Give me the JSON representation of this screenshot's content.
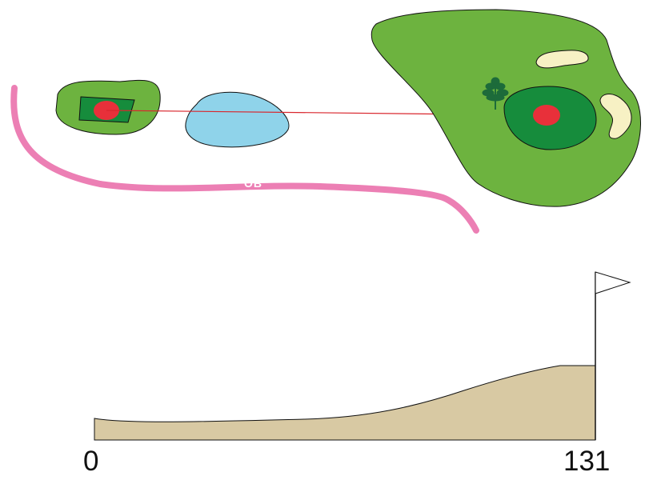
{
  "hole_map": {
    "ob_label": "OB",
    "colors": {
      "fairway": "#6db33f",
      "green": "#168c3c",
      "tee": "#168c3c",
      "pin": "#e8303a",
      "water": "#8fd3ea",
      "bunker": "#f7f1c4",
      "ob_line": "#ec7fb4",
      "aim_line": "#d9272e",
      "tree": "#1d6b3a"
    }
  },
  "profile": {
    "start_label": "0",
    "end_label": "131",
    "colors": {
      "ground": "#d8c9a3",
      "flag": "#ffffff"
    }
  }
}
